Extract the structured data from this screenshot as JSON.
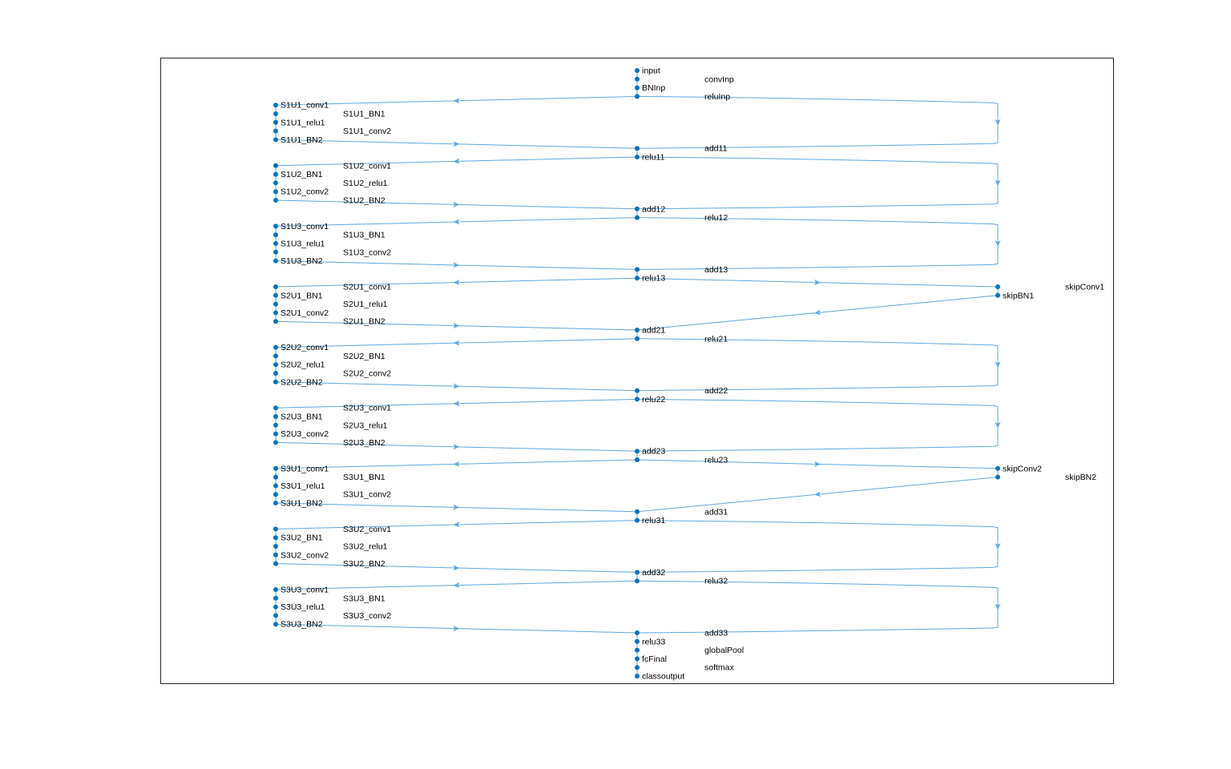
{
  "figure": {
    "type": "layer-graph",
    "edge_color": "#5fa8dc",
    "node_color": "#0072bd",
    "axes_border": "#262626"
  },
  "nodes": [
    {
      "name": "input",
      "col": "center"
    },
    {
      "name": "convInp",
      "col": "center"
    },
    {
      "name": "BNInp",
      "col": "center"
    },
    {
      "name": "reluInp",
      "col": "center"
    },
    {
      "name": "S1U1_conv1",
      "col": "left"
    },
    {
      "name": "S1U1_BN1",
      "col": "left"
    },
    {
      "name": "S1U1_relu1",
      "col": "left"
    },
    {
      "name": "S1U1_conv2",
      "col": "left"
    },
    {
      "name": "S1U1_BN2",
      "col": "left"
    },
    {
      "name": "add11",
      "col": "center"
    },
    {
      "name": "relu11",
      "col": "center"
    },
    {
      "name": "S1U2_conv1",
      "col": "left"
    },
    {
      "name": "S1U2_BN1",
      "col": "left"
    },
    {
      "name": "S1U2_relu1",
      "col": "left"
    },
    {
      "name": "S1U2_conv2",
      "col": "left"
    },
    {
      "name": "S1U2_BN2",
      "col": "left"
    },
    {
      "name": "add12",
      "col": "center"
    },
    {
      "name": "relu12",
      "col": "center"
    },
    {
      "name": "S1U3_conv1",
      "col": "left"
    },
    {
      "name": "S1U3_BN1",
      "col": "left"
    },
    {
      "name": "S1U3_relu1",
      "col": "left"
    },
    {
      "name": "S1U3_conv2",
      "col": "left"
    },
    {
      "name": "S1U3_BN2",
      "col": "left"
    },
    {
      "name": "add13",
      "col": "center"
    },
    {
      "name": "relu13",
      "col": "center"
    },
    {
      "name": "skipConv1",
      "col": "right"
    },
    {
      "name": "skipBN1",
      "col": "right"
    },
    {
      "name": "S2U1_conv1",
      "col": "left"
    },
    {
      "name": "S2U1_BN1",
      "col": "left"
    },
    {
      "name": "S2U1_relu1",
      "col": "left"
    },
    {
      "name": "S2U1_conv2",
      "col": "left"
    },
    {
      "name": "S2U1_BN2",
      "col": "left"
    },
    {
      "name": "add21",
      "col": "center"
    },
    {
      "name": "relu21",
      "col": "center"
    },
    {
      "name": "S2U2_conv1",
      "col": "left"
    },
    {
      "name": "S2U2_BN1",
      "col": "left"
    },
    {
      "name": "S2U2_relu1",
      "col": "left"
    },
    {
      "name": "S2U2_conv2",
      "col": "left"
    },
    {
      "name": "S2U2_BN2",
      "col": "left"
    },
    {
      "name": "add22",
      "col": "center"
    },
    {
      "name": "relu22",
      "col": "center"
    },
    {
      "name": "S2U3_conv1",
      "col": "left"
    },
    {
      "name": "S2U3_BN1",
      "col": "left"
    },
    {
      "name": "S2U3_relu1",
      "col": "left"
    },
    {
      "name": "S2U3_conv2",
      "col": "left"
    },
    {
      "name": "S2U3_BN2",
      "col": "left"
    },
    {
      "name": "add23",
      "col": "center"
    },
    {
      "name": "relu23",
      "col": "center"
    },
    {
      "name": "skipConv2",
      "col": "right"
    },
    {
      "name": "skipBN2",
      "col": "right"
    },
    {
      "name": "S3U1_conv1",
      "col": "left"
    },
    {
      "name": "S3U1_BN1",
      "col": "left"
    },
    {
      "name": "S3U1_relu1",
      "col": "left"
    },
    {
      "name": "S3U1_conv2",
      "col": "left"
    },
    {
      "name": "S3U1_BN2",
      "col": "left"
    },
    {
      "name": "add31",
      "col": "center"
    },
    {
      "name": "relu31",
      "col": "center"
    },
    {
      "name": "S3U2_conv1",
      "col": "left"
    },
    {
      "name": "S3U2_BN1",
      "col": "left"
    },
    {
      "name": "S3U2_relu1",
      "col": "left"
    },
    {
      "name": "S3U2_conv2",
      "col": "left"
    },
    {
      "name": "S3U2_BN2",
      "col": "left"
    },
    {
      "name": "add32",
      "col": "center"
    },
    {
      "name": "relu32",
      "col": "center"
    },
    {
      "name": "S3U3_conv1",
      "col": "left"
    },
    {
      "name": "S3U3_BN1",
      "col": "left"
    },
    {
      "name": "S3U3_relu1",
      "col": "left"
    },
    {
      "name": "S3U3_conv2",
      "col": "left"
    },
    {
      "name": "S3U3_BN2",
      "col": "left"
    },
    {
      "name": "add33",
      "col": "center"
    },
    {
      "name": "relu33",
      "col": "center"
    },
    {
      "name": "globalPool",
      "col": "center"
    },
    {
      "name": "fcFinal",
      "col": "center"
    },
    {
      "name": "softmax",
      "col": "center"
    },
    {
      "name": "classoutput",
      "col": "center"
    }
  ],
  "skip_edges": [
    [
      "reluInp",
      "add11"
    ],
    [
      "relu11",
      "add12"
    ],
    [
      "relu12",
      "add13"
    ],
    [
      "relu13",
      "skipConv1"
    ],
    [
      "skipBN1",
      "add21"
    ],
    [
      "relu21",
      "add22"
    ],
    [
      "relu22",
      "add23"
    ],
    [
      "relu23",
      "skipConv2"
    ],
    [
      "skipBN2",
      "add31"
    ],
    [
      "relu31",
      "add32"
    ],
    [
      "relu32",
      "add33"
    ]
  ]
}
